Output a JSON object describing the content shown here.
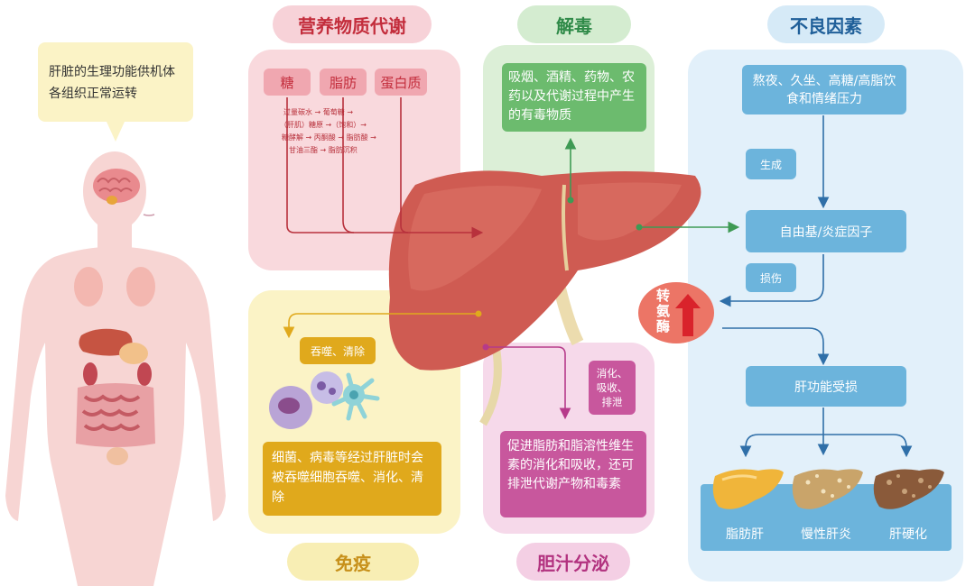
{
  "intro": "肝脏的生理功能供机体各组织正常运转",
  "nutrition": {
    "title": "营养物质代谢",
    "tags": [
      "糖",
      "脂肪",
      "蛋白质"
    ],
    "pathway": [
      "过量碳水 → 葡萄糖 →",
      "（肝肌）糖原 →（饱和）→",
      "糖酵解 → 丙酮酸 → 脂肪酸 →",
      "甘油三酯 → 脂肪沉积"
    ]
  },
  "detox": {
    "title": "解毒",
    "text": "吸烟、酒精、药物、农药以及代谢过程中产生的有毒物质"
  },
  "factors": {
    "title": "不良因素",
    "causes": "熬夜、久坐、高糖/高脂饮食和情绪压力",
    "generate": "生成",
    "radicals": "自由基/炎症因子",
    "damage": "损伤",
    "enzyme": "转氨酶",
    "liver_damage": "肝功能受损",
    "outcomes": [
      "脂肪肝",
      "慢性肝炎",
      "肝硬化"
    ]
  },
  "immune": {
    "title": "免疫",
    "tag": "吞噬、清除",
    "text": "细菌、病毒等经过肝脏时会被吞噬细胞吞噬、消化、清除"
  },
  "bile": {
    "title": "胆汁分泌",
    "tag": "消化、吸收、排泄",
    "text": "促进脂肪和脂溶性维生素的消化和吸收，还可排泄代谢产物和毒素"
  },
  "colors": {
    "pink_panel": "#f9d9dd",
    "green_panel": "#dcefd7",
    "yellow_panel": "#fbf3c6",
    "lilac_panel": "#f6d9ea",
    "blue_panel": "#e2f0fa",
    "blue_box": "#6cb4dc",
    "red": "#b8313c",
    "green": "#3e9a54",
    "amber": "#e0a91c",
    "magenta": "#b63a8a",
    "navy": "#2f6fa8"
  }
}
